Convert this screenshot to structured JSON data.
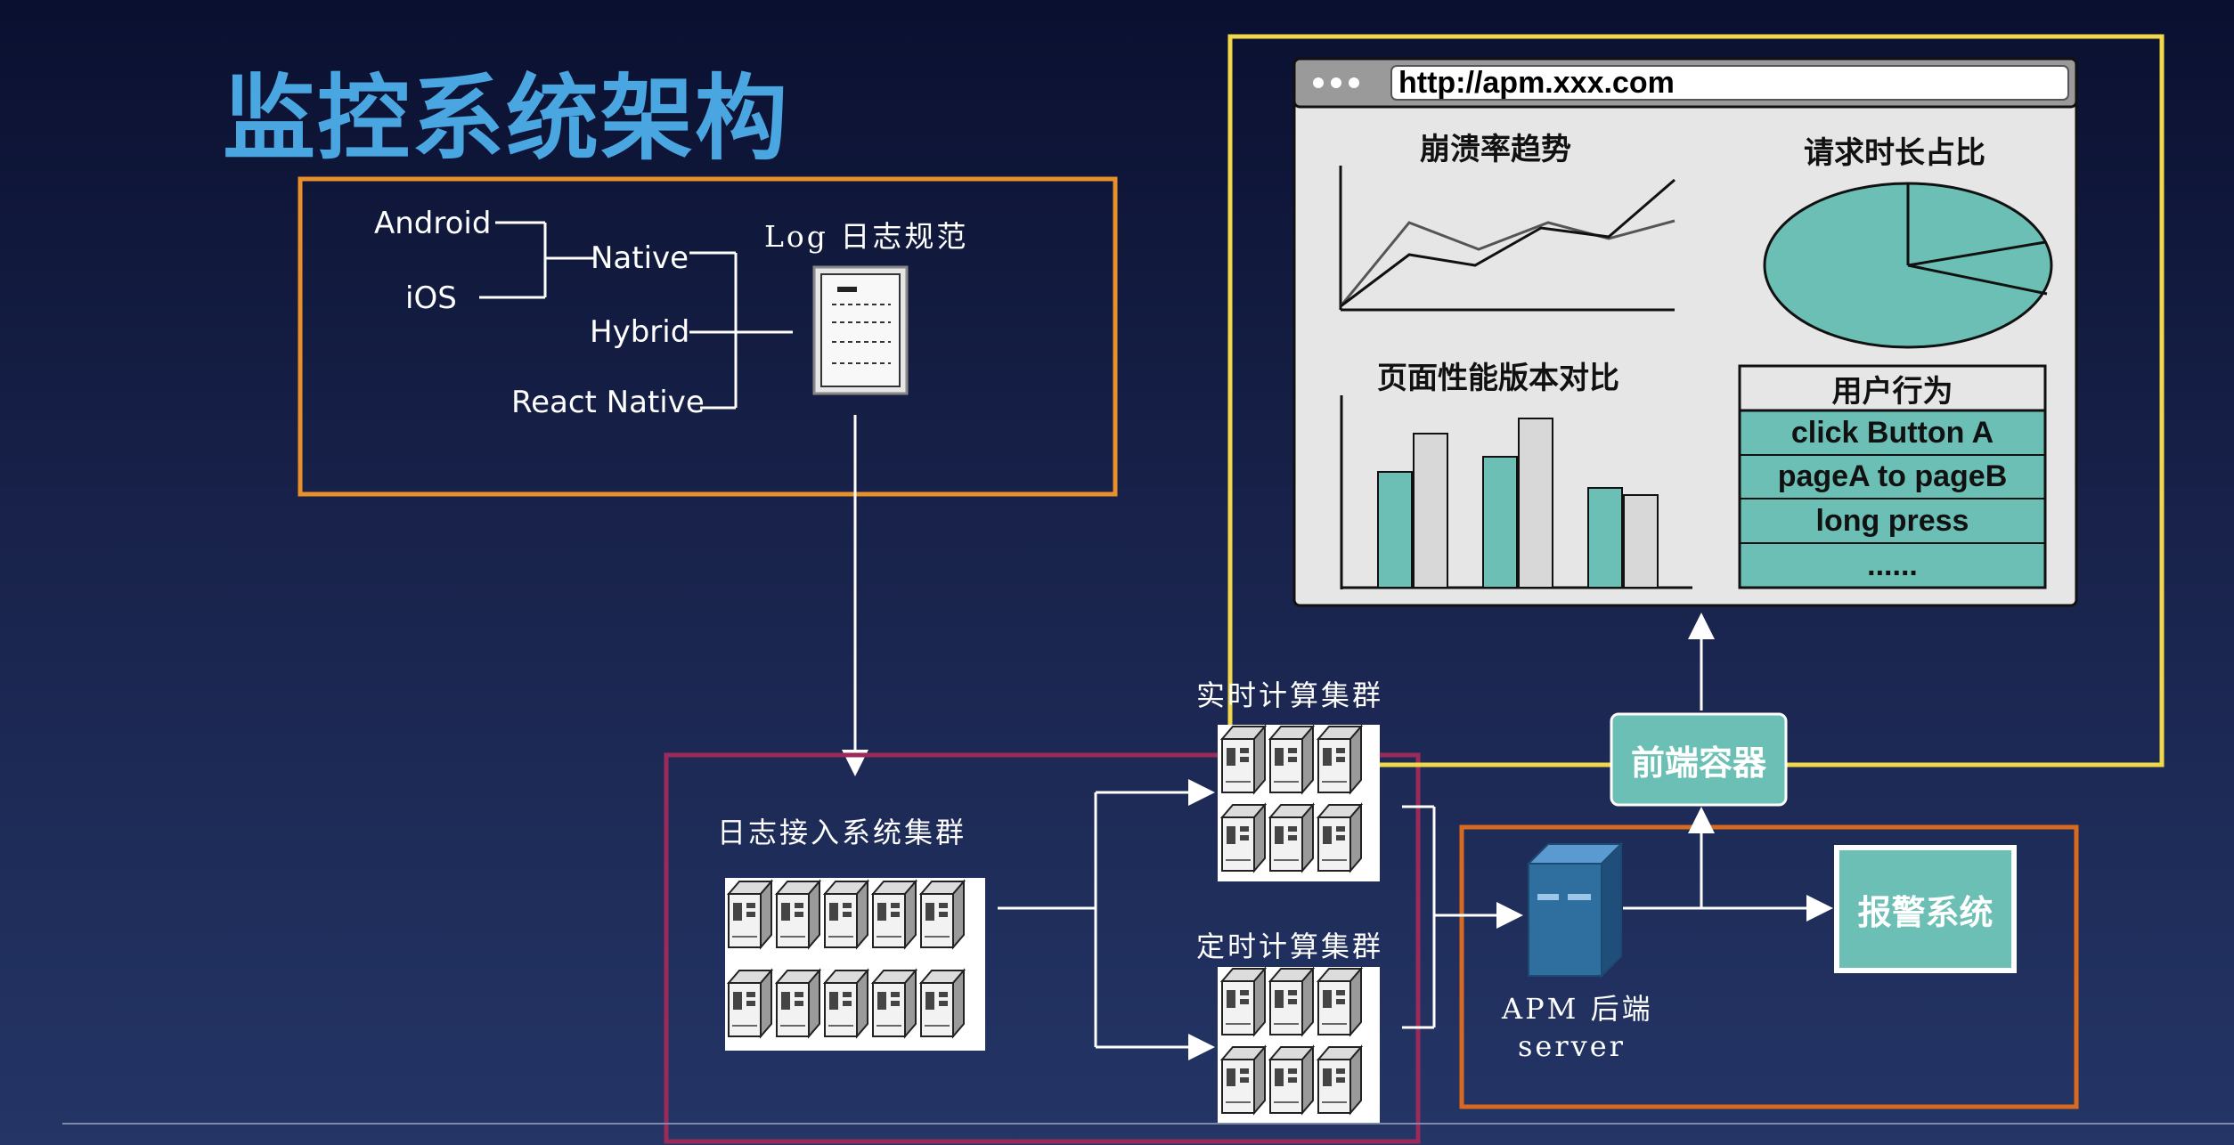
{
  "title": "监控系统架构",
  "clients": {
    "android": "Android",
    "ios": "iOS",
    "native": "Native",
    "hybrid": "Hybrid",
    "react_native": "React Native",
    "log_spec": "Log 日志规范"
  },
  "clusters": {
    "log_ingest": "日志接入系统集群",
    "realtime": "实时计算集群",
    "scheduled": "定时计算集群"
  },
  "backend": {
    "line1": "APM 后端",
    "line2": "server"
  },
  "frontend_container": "前端容器",
  "alert_system": "报警系统",
  "dashboard": {
    "url": "http://apm.xxx.com",
    "crash_trend": "崩溃率趋势",
    "request_duration": "请求时长占比",
    "page_perf": "页面性能版本对比",
    "user_behavior": {
      "header": "用户行为",
      "rows": [
        "click Button A",
        "pageA to pageB",
        "long press",
        "......"
      ]
    }
  },
  "colors": {
    "title": "#4aa6e0",
    "teal": "#6bbfb4",
    "orange_box": "#e8902a",
    "yellow_box": "#f0d84a",
    "magenta_box": "#9a2a5a",
    "alert_orange_box": "#d86a20",
    "server_blue": "#2f6fa0"
  },
  "icons": [
    "document-icon",
    "server-rack-icon",
    "server-tower-icon",
    "arrow-icon"
  ]
}
